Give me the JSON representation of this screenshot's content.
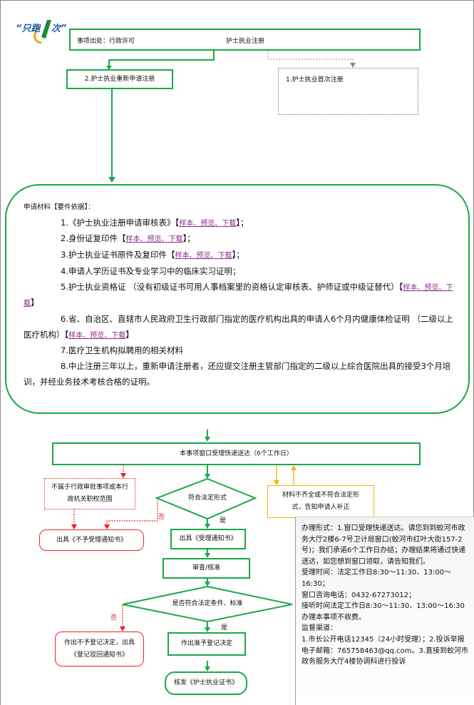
{
  "logo": {
    "text": "“只跑1次”"
  },
  "top_box": {
    "source": "事项出处：行政许可",
    "name": "护士执业注册"
  },
  "branch_renew": "2.护士执业重新申请注册",
  "branch_first": "1.护士执业首次注册",
  "materials": {
    "heading": "申请材料【要件依据】：",
    "link": "样本、预览、下载",
    "items": [
      {
        "text": "1.《护士执业注册申请审核表》",
        "link": true,
        "end": "；"
      },
      {
        "text": "2.身份证复印件",
        "link": true,
        "end": "；"
      },
      {
        "text": "3.护士执业证书原件及复印件",
        "link": true,
        "end": "；"
      },
      {
        "text": "4.申请人学历证书及专业学习中的临床实习证明；",
        "link": false,
        "end": ""
      },
      {
        "text": "5.护士执业资格证 （没有初级证书可用人事档案里的资格认定审核表、护师证或中级证替代）",
        "link": true,
        "end": ""
      },
      {
        "text": "6.省、自治区、直辖市人民政府卫生行政部门指定的医疗机构出具的申请人6个月内健康体检证明 （二级以上医疗机构）",
        "link": true,
        "end": ""
      },
      {
        "text": "7.医疗卫生机构拟聘用的相关材料",
        "link": false,
        "end": ""
      },
      {
        "text": "8.中止注册三年以上，重新申请注册者，还应提交注册主管部门指定的二级以上综合医院出具的接受3个月培训，并经业务技术考核合格的证明。",
        "link": false,
        "end": ""
      }
    ]
  },
  "flow": {
    "accept": "本事项窗口受理快递送达（6个工作日）",
    "out_of_scope": "不属于行政审批事项或本行政机关职权范围",
    "check_form": "符合法定形式",
    "incomplete": "材料不齐全或不符合法定形式，告知申请人补正",
    "no": "否",
    "yes": "是",
    "reject_notice": "出具《不予受理通知书》",
    "accept_notice": "出具《受理通知书》",
    "review": "审查/核准",
    "check_cond": "是否符合法定条件、标准",
    "deny": "作出不予登记决定，出具《登记驳回通知书》",
    "approve": "作出准予登记决定",
    "issue": "核发《护士执业证书》"
  },
  "info": {
    "lines": [
      "办理形式：1.窗口受理快递送达。请您到到蛟河市政务大厅2楼6-7号卫计局窗口(蛟河市红叶大街157-2号)；我们承诺6个工作日办结；办理结果将通过快递送达，如您想到窗口领取，请告知我们。",
      "受理时间：法定工作日8:30～11:30、13:00～16:30；",
      "窗口咨询电话：0432-67273012；",
      "接听时间法定工作日8:30～11:30、13:00～16:30",
      "办理本事项不收费。",
      "监督渠道：",
      "1.市长公开电话12345（24小时受理）；2.投诉举报电子邮箱：765758463@qq.com。3.直接到蛟河市政务服务大厅4楼协调科进行投诉"
    ]
  },
  "colors": {
    "green": "#1aa84a",
    "red": "#e8242a",
    "yellow": "#f4b400",
    "link": "#8a2b8a"
  }
}
